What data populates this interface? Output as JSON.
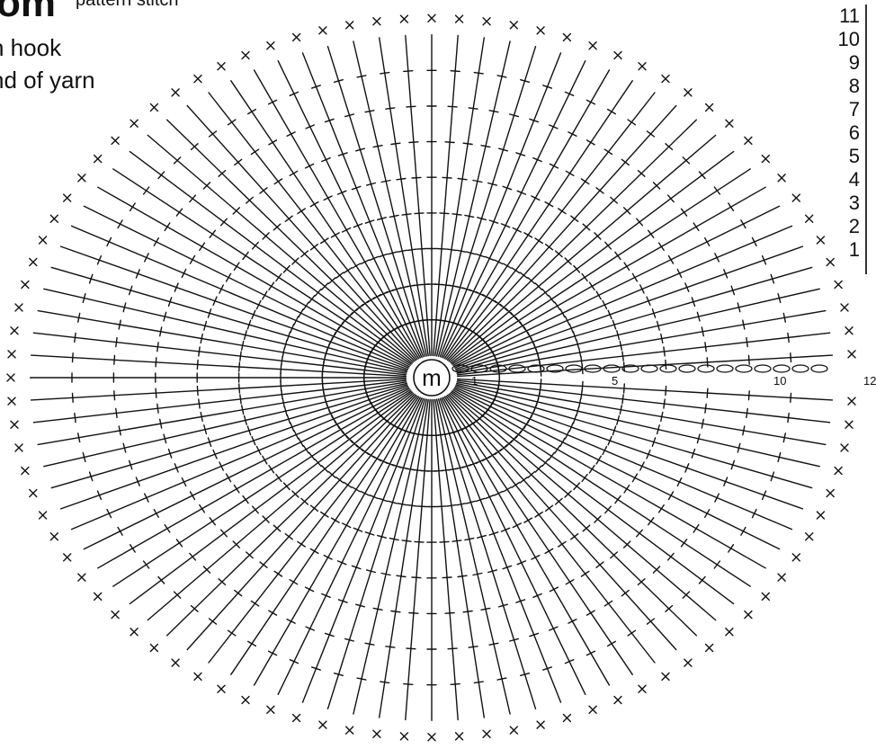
{
  "header": {
    "title": "om",
    "subtitle": "pattern stitch",
    "line1": "n hook",
    "line2": "nd of yarn"
  },
  "center_label": "m",
  "legend": {
    "rows": [
      "11",
      "10",
      "9",
      "8",
      "7",
      "6",
      "5",
      "4",
      "3",
      "2",
      "1"
    ]
  },
  "row_markers": [
    "1",
    "5",
    "10",
    "12"
  ],
  "colors": {
    "ink": "#111111",
    "background": "#ffffff"
  }
}
